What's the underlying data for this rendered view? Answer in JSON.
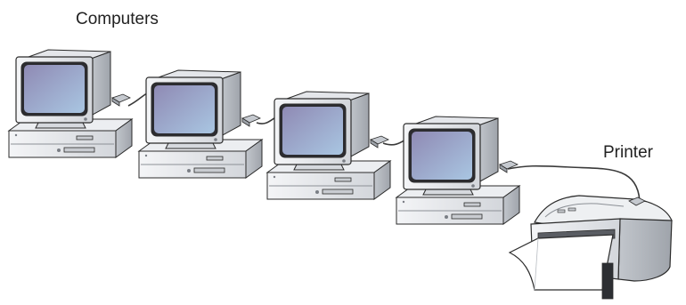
{
  "labels": {
    "computers": "Computers",
    "printer": "Printer"
  },
  "devices": {
    "computers": [
      "computer",
      "computer",
      "computer",
      "computer"
    ],
    "printer": "printer"
  },
  "colors": {
    "screen_top": "#8f8ab4",
    "screen_bottom": "#a9c6e2",
    "casing_light": "#f2f3f5",
    "casing_mid": "#d5d8dd",
    "casing_dark": "#a9adb4",
    "outline": "#2b2b2b",
    "cable": "#3a3a3a",
    "paper": "#ffffff"
  }
}
